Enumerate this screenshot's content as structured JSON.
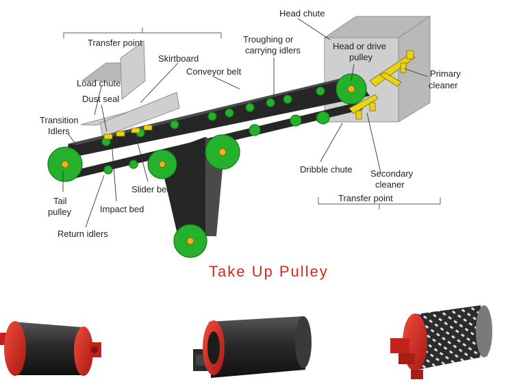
{
  "labels": {
    "transfer_point_top": "Transfer point",
    "head_chute": "Head chute",
    "head_or_drive": "Head or drive",
    "pulley": "pulley",
    "skirtboard": "Skirtboard",
    "troughing_or": "Troughing or",
    "carrying_idlers": "carrying idlers",
    "conveyor_belt": "Conveyor belt",
    "load_chute": "Load chute",
    "dust_seal": "Dust seal",
    "primary": "Primary",
    "cleaner": "cleaner",
    "transition": "Transition",
    "idlers": "Idlers",
    "dribble_chute": "Dribble chute",
    "secondary": "Secondary",
    "secondary_cleaner": "cleaner",
    "slider_bed": "Slider bed",
    "tail": "Tail",
    "tail_pulley": "pulley",
    "impact_bed": "Impact bed",
    "transfer_point_bottom": "Transfer point",
    "return_idlers": "Return idlers"
  },
  "title": "Take Up Pulley",
  "colors": {
    "title": "#e0231c",
    "idler_green": "#25b12c",
    "belt": "#262626",
    "pulley_red": "#d42a20",
    "lagging_dark": "#2b2b2b",
    "accent_yellow": "#e8d21a"
  },
  "photos": [
    {
      "subject": "drive pulley with dark lagging and red shaft",
      "lagging": "plain rubber"
    },
    {
      "subject": "drum pulley with bearing blocks",
      "lagging": "plain rubber"
    },
    {
      "subject": "drum pulley with ceramic lagging",
      "lagging": "ceramic diamond"
    }
  ]
}
